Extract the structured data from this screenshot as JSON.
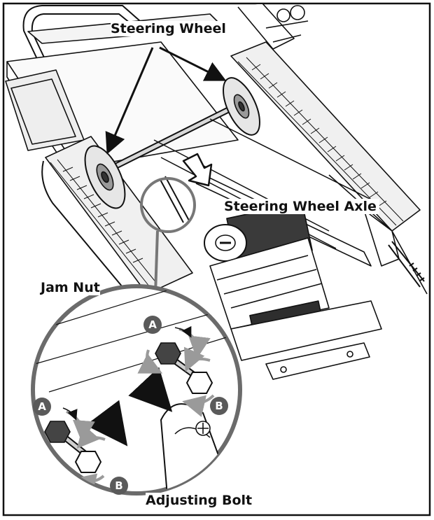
{
  "callouts": {
    "steering_wheel": "Steering Wheel",
    "steering_wheel_axle": "Steering Wheel Axle",
    "jam_nut": "Jam Nut",
    "adjusting_bolt": "Adjusting Bolt"
  },
  "markers": {
    "a_top": "A",
    "a_left": "A",
    "b_right": "B",
    "b_bottom": "B"
  },
  "colors": {
    "line": "#111111",
    "detail_circle": "#6b6b6b",
    "rotation_arrow": "#9a9a9a",
    "marker_fill": "#5a5a5a"
  }
}
